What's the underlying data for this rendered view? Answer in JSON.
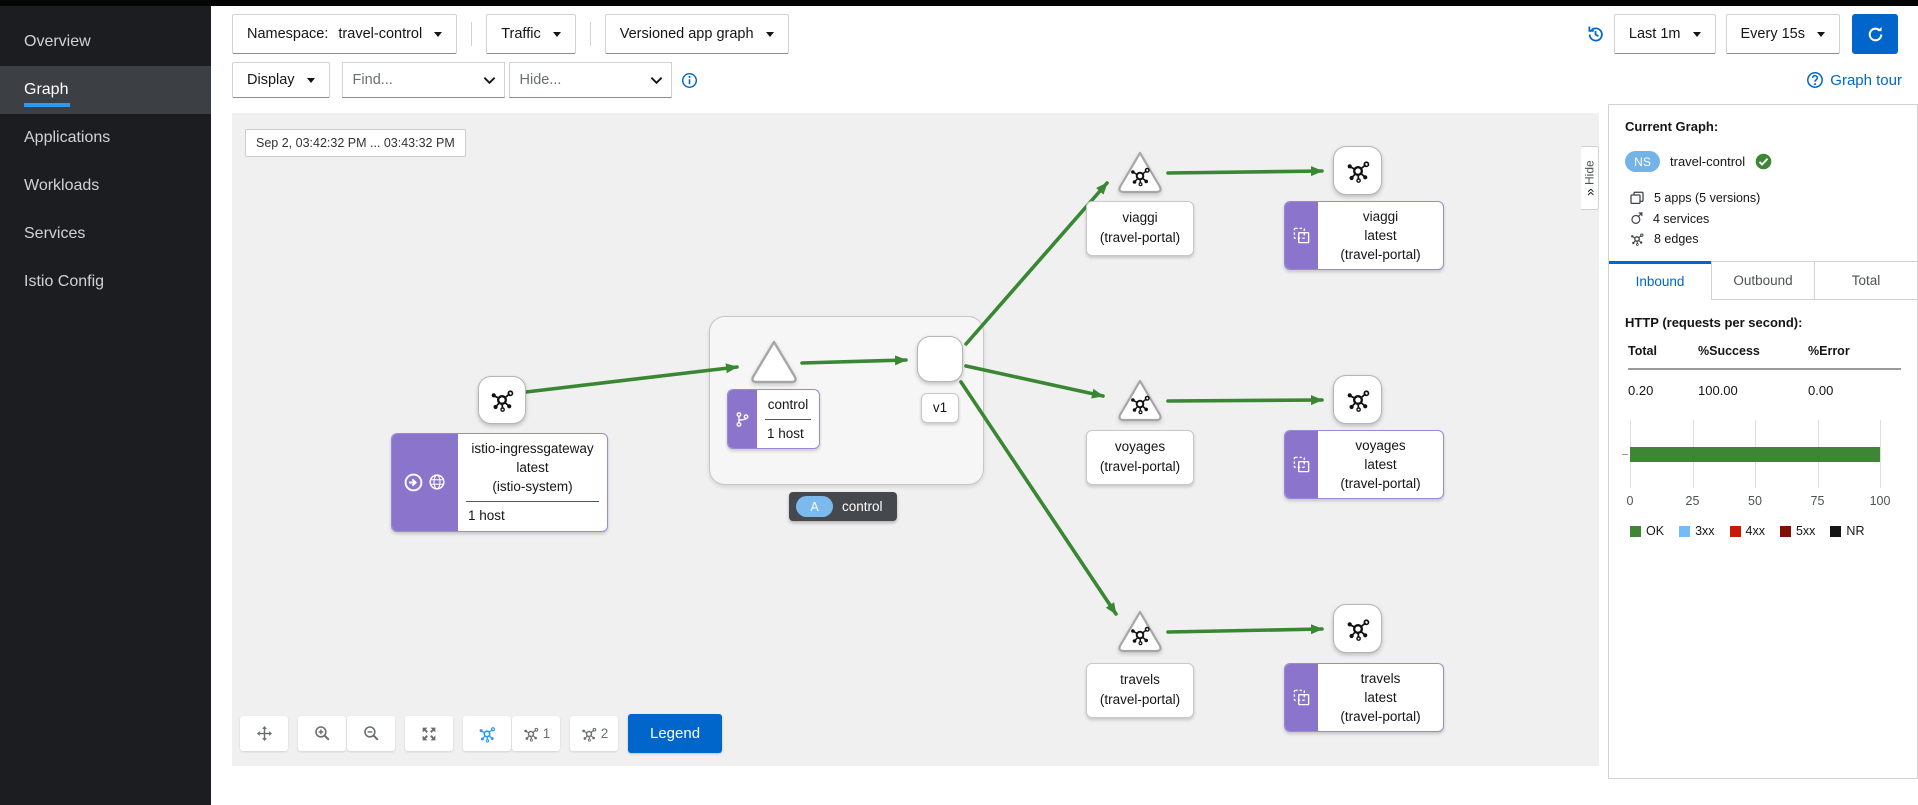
{
  "colors": {
    "accent_blue": "#0066cc",
    "nav_active_underline": "#2b9af3",
    "edge_green": "#3a8733",
    "node_purple": "#8a74cc",
    "ns_badge_blue": "#73b3e7",
    "app_pill_blue": "#7cb9ed",
    "refresh_btn": "#0066cc",
    "legend_btn": "#0066cc"
  },
  "sidebar": {
    "items": [
      {
        "label": "Overview"
      },
      {
        "label": "Graph"
      },
      {
        "label": "Applications"
      },
      {
        "label": "Workloads"
      },
      {
        "label": "Services"
      },
      {
        "label": "Istio Config"
      }
    ]
  },
  "toolbar": {
    "namespace_label": "Namespace:",
    "namespace_value": "travel-control",
    "traffic_label": "Traffic",
    "graph_type_value": "Versioned app graph",
    "display_label": "Display",
    "find_placeholder": "Find...",
    "hide_placeholder": "Hide...",
    "time_range_value": "Last 1m",
    "refresh_value": "Every 15s",
    "graph_tour_label": "Graph tour"
  },
  "graph": {
    "timestamp": "Sep 2, 03:42:32 PM ... 03:43:32 PM",
    "hide_tab_chevron": "»",
    "hide_tab_label": "Hide",
    "app_badge": {
      "letter": "A",
      "label": "control"
    },
    "nodes": {
      "ingress": {
        "line1": "istio-ingressgateway",
        "line2": "latest",
        "line3": "(istio-system)",
        "footer": "1 host"
      },
      "control": {
        "name": "control",
        "footer": "1 host"
      },
      "v1": {
        "name": "v1"
      },
      "viaggi_svc": {
        "line1": "viaggi",
        "line2": "(travel-portal)"
      },
      "viaggi_app": {
        "line1": "viaggi",
        "line2": "latest",
        "line3": "(travel-portal)"
      },
      "voyages_svc": {
        "line1": "voyages",
        "line2": "(travel-portal)"
      },
      "voyages_app": {
        "line1": "voyages",
        "line2": "latest",
        "line3": "(travel-portal)"
      },
      "travels_svc": {
        "line1": "travels",
        "line2": "(travel-portal)"
      },
      "travels_app": {
        "line1": "travels",
        "line2": "latest",
        "line3": "(travel-portal)"
      }
    },
    "toolbar": {
      "layout1_label": "1",
      "layout2_label": "2",
      "legend_label": "Legend"
    }
  },
  "panel": {
    "title": "Current Graph:",
    "ns_badge": "NS",
    "namespace": "travel-control",
    "stats": [
      {
        "label": "5 apps (5 versions)"
      },
      {
        "label": "4 services"
      },
      {
        "label": "8 edges"
      }
    ],
    "tabs": [
      {
        "label": "Inbound"
      },
      {
        "label": "Outbound"
      },
      {
        "label": "Total"
      }
    ],
    "http_title": "HTTP (requests per second):",
    "table": {
      "headers": [
        "Total",
        "%Success",
        "%Error"
      ],
      "rows": [
        [
          "0.20",
          "100.00",
          "0.00"
        ]
      ]
    }
  },
  "chart_data": {
    "type": "bar",
    "orientation": "horizontal",
    "title": "HTTP (requests per second)",
    "series": [
      {
        "name": "OK",
        "value": 100,
        "color": "#3e8635"
      },
      {
        "name": "3xx",
        "value": 0,
        "color": "#73bcf7"
      },
      {
        "name": "4xx",
        "value": 0,
        "color": "#c9190b"
      },
      {
        "name": "5xx",
        "value": 0,
        "color": "#7d1007"
      },
      {
        "name": "NR",
        "value": 0,
        "color": "#151515"
      }
    ],
    "xticks": [
      "0",
      "25",
      "50",
      "75",
      "100"
    ],
    "xlim": [
      0,
      100
    ],
    "ok_bar_width": "100%",
    "grid": "vertical",
    "legend_position": "bottom"
  }
}
